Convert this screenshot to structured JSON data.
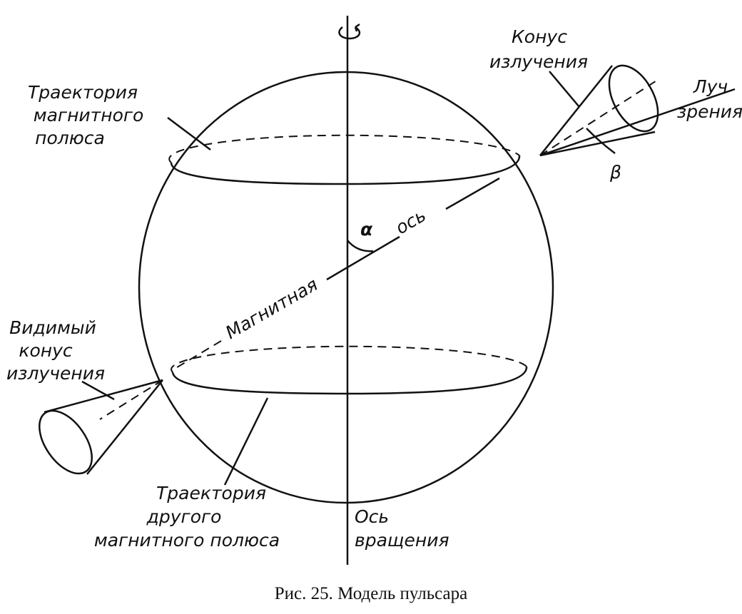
{
  "figure": {
    "caption": "Рис. 25. Модель пульсара",
    "labels": {
      "trajectory_top": [
        "Траектория",
        "магнитного",
        "полюса"
      ],
      "cone_top": [
        "Конус",
        "излучения"
      ],
      "line_of_sight": [
        "Луч",
        "зрения"
      ],
      "beta": "β",
      "alpha": "α",
      "axis_word": "ось",
      "magnetic_word": "Магнитная",
      "visible_cone": [
        "Видимый",
        "конус",
        "излучения"
      ],
      "trajectory_bottom": [
        "Траектория",
        "другого",
        "магнитного полюса"
      ],
      "rotation_axis": [
        "Ось",
        "вращения"
      ]
    }
  }
}
